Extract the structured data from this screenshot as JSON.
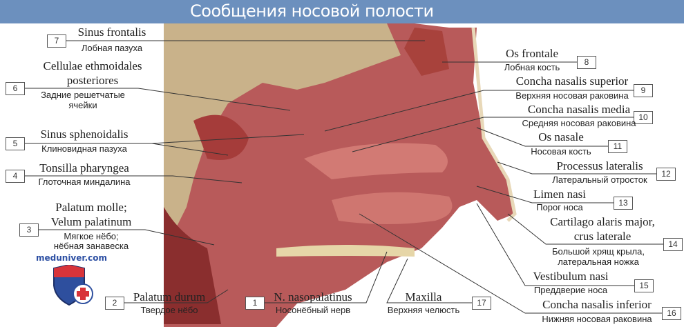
{
  "title": "Сообщения носовой полости",
  "watermark": "meduniver.com",
  "labels": [
    {
      "n": "7",
      "latin": [
        "Sinus frontalis"
      ],
      "ru": [
        "Лобная пазуха"
      ]
    },
    {
      "n": "6",
      "latin": [
        "Cellulae ethmoidales",
        "posteriores"
      ],
      "ru": [
        "Задние решетчатые",
        "ячейки"
      ]
    },
    {
      "n": "5",
      "latin": [
        "Sinus sphenoidalis"
      ],
      "ru": [
        "Клиновидная пазуха"
      ]
    },
    {
      "n": "4",
      "latin": [
        "Tonsilla pharyngea"
      ],
      "ru": [
        "Глоточная миндалина"
      ]
    },
    {
      "n": "3",
      "latin": [
        "Palatum molle;",
        "Velum palatinum"
      ],
      "ru": [
        "Мягкое нёбо;",
        "нёбная занавеска"
      ]
    },
    {
      "n": "2",
      "latin": [
        "Palatum durum"
      ],
      "ru": [
        "Твердое нёбо"
      ]
    },
    {
      "n": "1",
      "latin": [
        "N. nasopalatinus"
      ],
      "ru": [
        "Носонёбный нерв"
      ]
    },
    {
      "n": "17",
      "latin": [
        "Maxilla"
      ],
      "ru": [
        "Верхняя челюсть"
      ]
    },
    {
      "n": "8",
      "latin": [
        "Os frontale"
      ],
      "ru": [
        "Лобная кость"
      ]
    },
    {
      "n": "9",
      "latin": [
        "Concha nasalis superior"
      ],
      "ru": [
        "Верхняя носовая раковина"
      ]
    },
    {
      "n": "10",
      "latin": [
        "Concha nasalis media"
      ],
      "ru": [
        "Средняя носовая раковина"
      ]
    },
    {
      "n": "11",
      "latin": [
        "Os nasale"
      ],
      "ru": [
        "Носовая кость"
      ]
    },
    {
      "n": "12",
      "latin": [
        "Processus lateralis"
      ],
      "ru": [
        "Латеральный отросток"
      ]
    },
    {
      "n": "13",
      "latin": [
        "Limen nasi"
      ],
      "ru": [
        "Порог носа"
      ]
    },
    {
      "n": "14",
      "latin": [
        "Cartilago alaris major,",
        "crus laterale"
      ],
      "ru": [
        "Большой хрящ крыла,",
        "латеральная ножка"
      ]
    },
    {
      "n": "15",
      "latin": [
        "Vestibulum nasi"
      ],
      "ru": [
        "Преддверие носа"
      ]
    },
    {
      "n": "16",
      "latin": [
        "Concha nasalis inferior"
      ],
      "ru": [
        "Нижняя носовая раковина"
      ]
    }
  ]
}
